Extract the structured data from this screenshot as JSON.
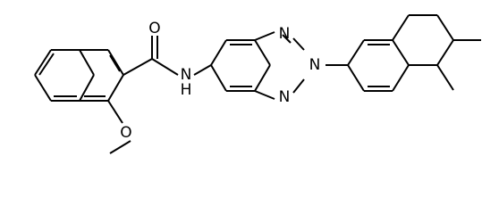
{
  "molecule": {
    "atoms": {
      "oxygen_carbonyl": "O",
      "nh_group": "N",
      "nh_hydrogen": "H",
      "triazole_n1": "N",
      "triazole_n2": "N",
      "triazole_n3": "N",
      "methoxy_oxygen": "O"
    }
  }
}
